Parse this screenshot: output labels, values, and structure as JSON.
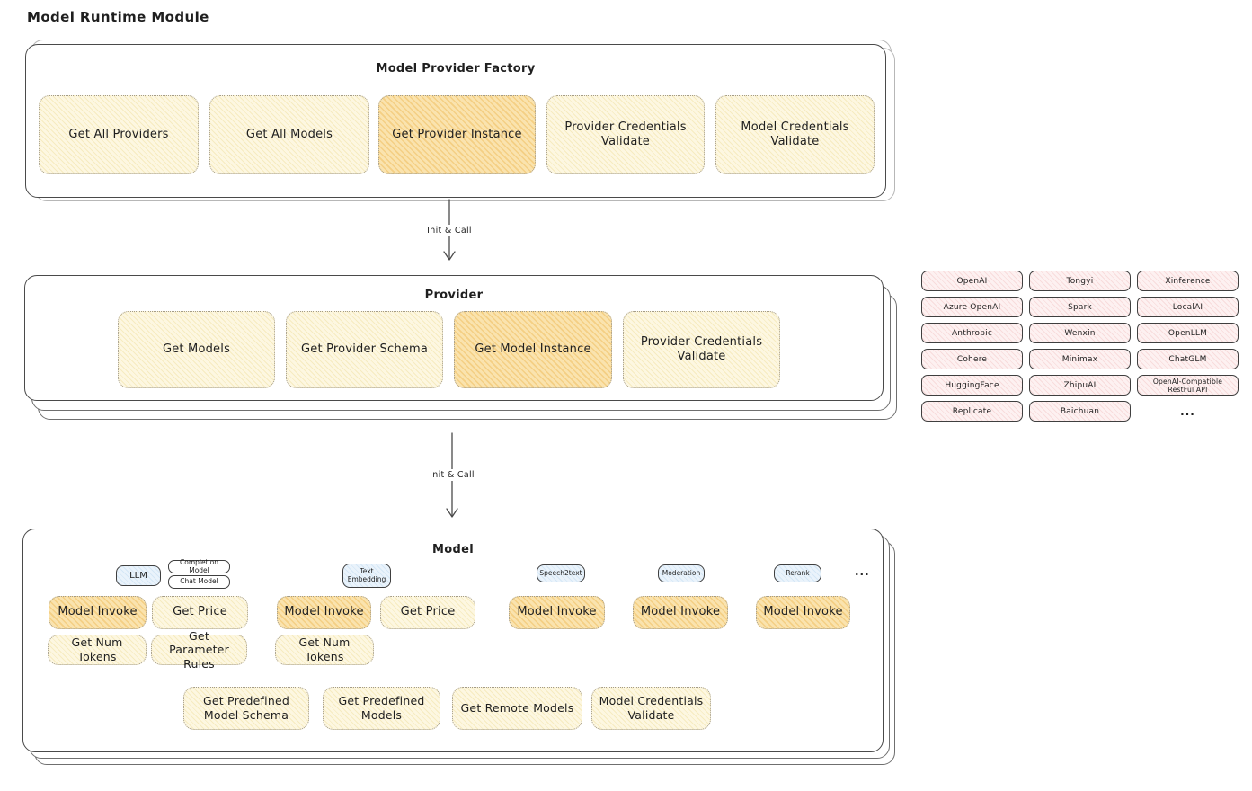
{
  "title": "Model Runtime Module",
  "factory": {
    "title": "Model Provider Factory",
    "items": [
      {
        "label": "Get All Providers",
        "highlight": false
      },
      {
        "label": "Get All Models",
        "highlight": false
      },
      {
        "label": "Get Provider Instance",
        "highlight": true
      },
      {
        "label": "Provider Credentials Validate",
        "highlight": false
      },
      {
        "label": "Model Credentials Validate",
        "highlight": false
      }
    ]
  },
  "arrows": [
    {
      "label": "Init & Call"
    },
    {
      "label": "Init & Call"
    }
  ],
  "provider": {
    "title": "Provider",
    "items": [
      {
        "label": "Get Models",
        "highlight": false
      },
      {
        "label": "Get Provider Schema",
        "highlight": false
      },
      {
        "label": "Get Model Instance",
        "highlight": true
      },
      {
        "label": "Provider Credentials Validate",
        "highlight": false
      }
    ]
  },
  "providers": {
    "items": [
      {
        "label": "OpenAI"
      },
      {
        "label": "Tongyi"
      },
      {
        "label": "Xinference"
      },
      {
        "label": "Azure OpenAI"
      },
      {
        "label": "Spark"
      },
      {
        "label": "LocalAI"
      },
      {
        "label": "Anthropic"
      },
      {
        "label": "Wenxin"
      },
      {
        "label": "OpenLLM"
      },
      {
        "label": "Cohere"
      },
      {
        "label": "Minimax"
      },
      {
        "label": "ChatGLM"
      },
      {
        "label": "HuggingFace"
      },
      {
        "label": "ZhipuAI"
      },
      {
        "label": "OpenAI-Compatible RestFul API"
      },
      {
        "label": "Replicate"
      },
      {
        "label": "Baichuan"
      },
      {
        "label": "..."
      }
    ]
  },
  "model": {
    "title": "Model",
    "ellipsis": "...",
    "tabs": {
      "llm": "LLM",
      "completion": "Completion Model",
      "chat": "Chat Model",
      "text_embedding": "Text Embedding",
      "speech2text": "Speech2text",
      "moderation": "Moderation",
      "rerank": "Rerank"
    },
    "row1": [
      {
        "label": "Model Invoke",
        "highlight": true
      },
      {
        "label": "Get Price",
        "highlight": false
      },
      {
        "label": "Model Invoke",
        "highlight": true
      },
      {
        "label": "Get Price",
        "highlight": false
      },
      {
        "label": "Model Invoke",
        "highlight": true
      },
      {
        "label": "Model Invoke",
        "highlight": true
      },
      {
        "label": "Model Invoke",
        "highlight": true
      }
    ],
    "row2": [
      {
        "label": "Get Num Tokens"
      },
      {
        "label": "Get Parameter Rules"
      },
      {
        "label": "Get Num Tokens"
      }
    ],
    "row3": [
      {
        "label": "Get Predefined Model Schema"
      },
      {
        "label": "Get Predefined Models"
      },
      {
        "label": "Get Remote Models"
      },
      {
        "label": "Model Credentials Validate"
      }
    ]
  },
  "colors": {
    "yellow_fill": "#fdf7e1",
    "yellow_hatch": "#f6ebc0",
    "orange_fill": "#fae3ae",
    "orange_hatch": "#f4cf84",
    "blue_fill": "#eaf3fb",
    "pink_fill": "#fdf1f1",
    "border_dark": "#4a4a4a",
    "border_dotted": "#a39b88"
  }
}
